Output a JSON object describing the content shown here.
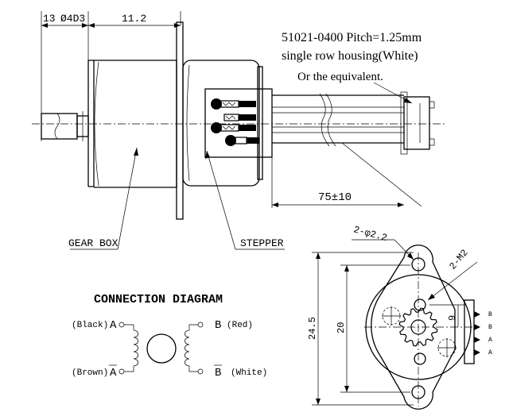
{
  "dims": {
    "d1": "13",
    "d2": "Ø4D3",
    "d3": "11.2",
    "cable_len": "75±10",
    "hole": "2-φ2.2",
    "thread": "2-M2",
    "h_outer": "24.5",
    "h_inner": "20",
    "v9": "9"
  },
  "connector_note": {
    "line1": "51021-0400 Pitch=1.25mm",
    "line2": "single row housing(White)",
    "line3": "Or the equivalent."
  },
  "labels": {
    "gearbox": "GEAR BOX",
    "stepper": "STEPPER",
    "connection_title": "CONNECTION DIAGRAM"
  },
  "wiring": {
    "a_color": "(Black)",
    "a_name": "A",
    "abar_color": "(Brown)",
    "abar_name": "A",
    "b_color": "(Red)",
    "b_name": "B",
    "bbar_color": "(White)",
    "bbar_name": "B"
  }
}
